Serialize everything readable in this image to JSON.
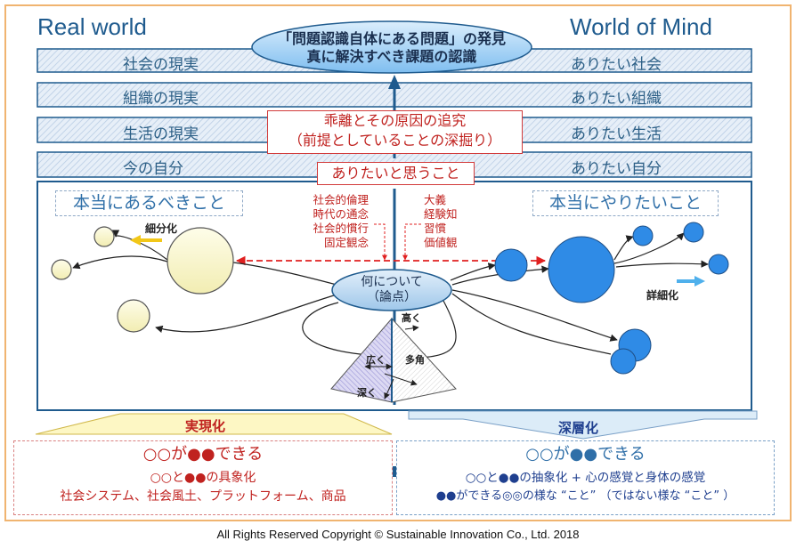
{
  "titles": {
    "left": "Real world",
    "right": "World of Mind"
  },
  "bands": [
    {
      "left": "社会の現実",
      "right": "ありたい社会"
    },
    {
      "left": "組織の現実",
      "right": "ありたい組織"
    },
    {
      "left": "生活の現実",
      "right": "ありたい生活"
    },
    {
      "left": "今の自分",
      "right": "ありたい自分"
    }
  ],
  "ellipse_top": {
    "line1": "「問題認識自体にある問題」の発見",
    "line2": "真に解決すべき課題の認識"
  },
  "gap_box": {
    "line1": "乖離とその原因の追究",
    "line2": "（前提としていることの深掘り）"
  },
  "want_box": "ありたいと思うこと",
  "left_heading": "本当にあるべきこと",
  "right_heading": "本当にやりたいこと",
  "left_terms": [
    "社会的倫理",
    "時代の通念",
    "社会的慣行",
    "固定観念"
  ],
  "right_terms": [
    "大義",
    "経験知",
    "習慣",
    "価値観"
  ],
  "left_detail_label": "細分化",
  "right_detail_label": "詳細化",
  "center_ellipse": {
    "line1": "何について",
    "line2": "（論点）"
  },
  "pyramid": {
    "high": "高く",
    "wide": "広く",
    "many": "多角",
    "deep": "深く"
  },
  "arrow_left_label": "実現化",
  "arrow_right_label": "深層化",
  "bottom_left": {
    "title_pre": "○○が",
    "title_dots": "●●",
    "title_post": "できる",
    "line2_pre": "○○と",
    "line2_dots": "●●",
    "line2_post": "の具象化",
    "line3": "社会システム、社会風土、プラットフォーム、商品"
  },
  "bottom_right": {
    "title_pre": "○○が",
    "title_dots": "●●",
    "title_post": "できる",
    "line2_pre": "○○と",
    "line2_dots": "●●",
    "line2_post": "の抽象化 + 心の感覚と身体の感覚",
    "line3_dots": "●●",
    "line3_post": "ができる◎◎の様な “こと” （ではない様な “こと” ）"
  },
  "copyright": "All Rights Reserved Copyright  © Sustainable Innovation  Co., Ltd.  2018",
  "colors": {
    "navy": "#1f5b8e",
    "accent_red": "#d23b3b",
    "blue_circle": "#2f8be6",
    "yellow_circle": "#fdfbd6",
    "band_fill": "#dfe9f5",
    "frame_orange": "#f0b470"
  }
}
